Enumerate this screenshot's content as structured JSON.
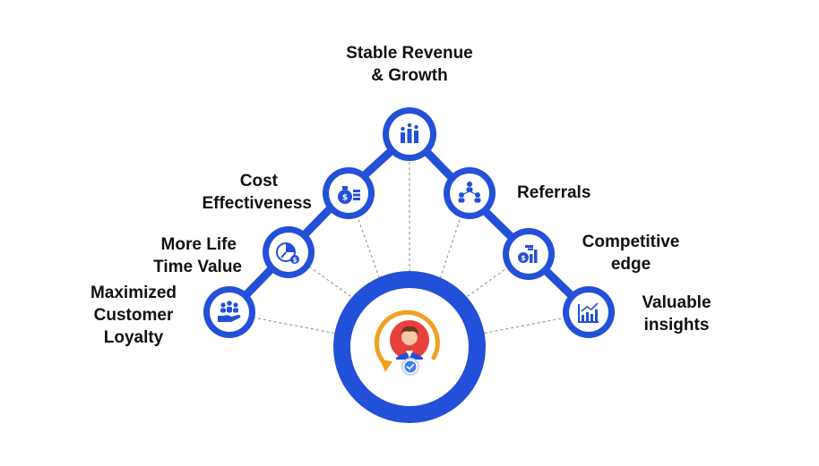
{
  "colors": {
    "ring_blue": "#2350d8",
    "path_blue": "#2350d8",
    "icon_blue": "#2350d8",
    "dash_gray": "#8a8a8a",
    "hub_orange": "#f0a020",
    "hub_red": "#e8413b",
    "check_blue": "#3b7ff0"
  },
  "hub": {
    "icon": "customer-retention-icon"
  },
  "benefits": [
    {
      "id": "stable-revenue-growth",
      "icon": "bar-chart-icon",
      "line1": "Stable Revenue",
      "line2": "& Growth"
    },
    {
      "id": "cost-effectiveness",
      "icon": "money-bag-icon",
      "line1": "Cost",
      "line2": "Effectiveness"
    },
    {
      "id": "more-life-time-value",
      "icon": "pie-clock-icon",
      "line1": "More Life",
      "line2": "Time Value"
    },
    {
      "id": "maximized-customer-loyalty",
      "icon": "hand-people-icon",
      "line1": "Maximized",
      "line2": "Customer",
      "line3": "Loyalty"
    },
    {
      "id": "referrals",
      "icon": "network-people-icon",
      "line1": "Referrals"
    },
    {
      "id": "competitive-edge",
      "icon": "money-growth-icon",
      "line1": "Competitive",
      "line2": "edge"
    },
    {
      "id": "valuable-insights",
      "icon": "line-chart-icon",
      "line1": "Valuable",
      "line2": "insights"
    }
  ]
}
